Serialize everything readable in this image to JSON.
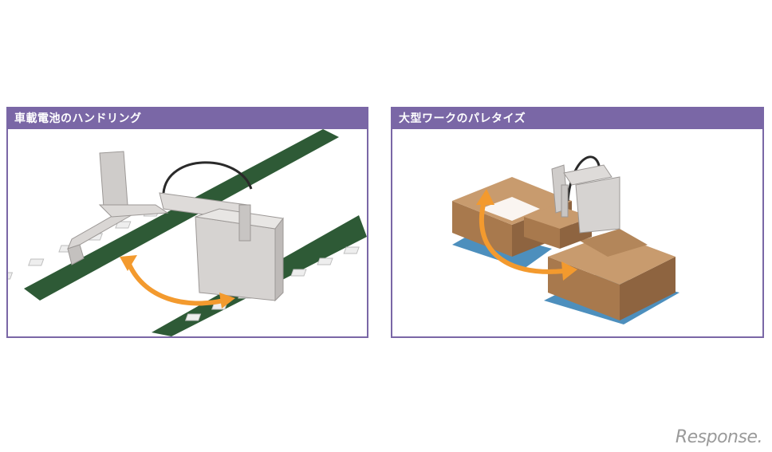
{
  "panels": [
    {
      "title": "車載電池のハンドリング"
    },
    {
      "title": "大型ワークのパレタイズ"
    }
  ],
  "watermark": {
    "text": "Response."
  },
  "colors": {
    "title_bar": "#7a67a6",
    "conveyor": "#2e5a36",
    "arrow": "#f39a2e",
    "box": "#b98a5e",
    "pallet": "#4d8fbd",
    "robot": "#d6d3d1"
  }
}
